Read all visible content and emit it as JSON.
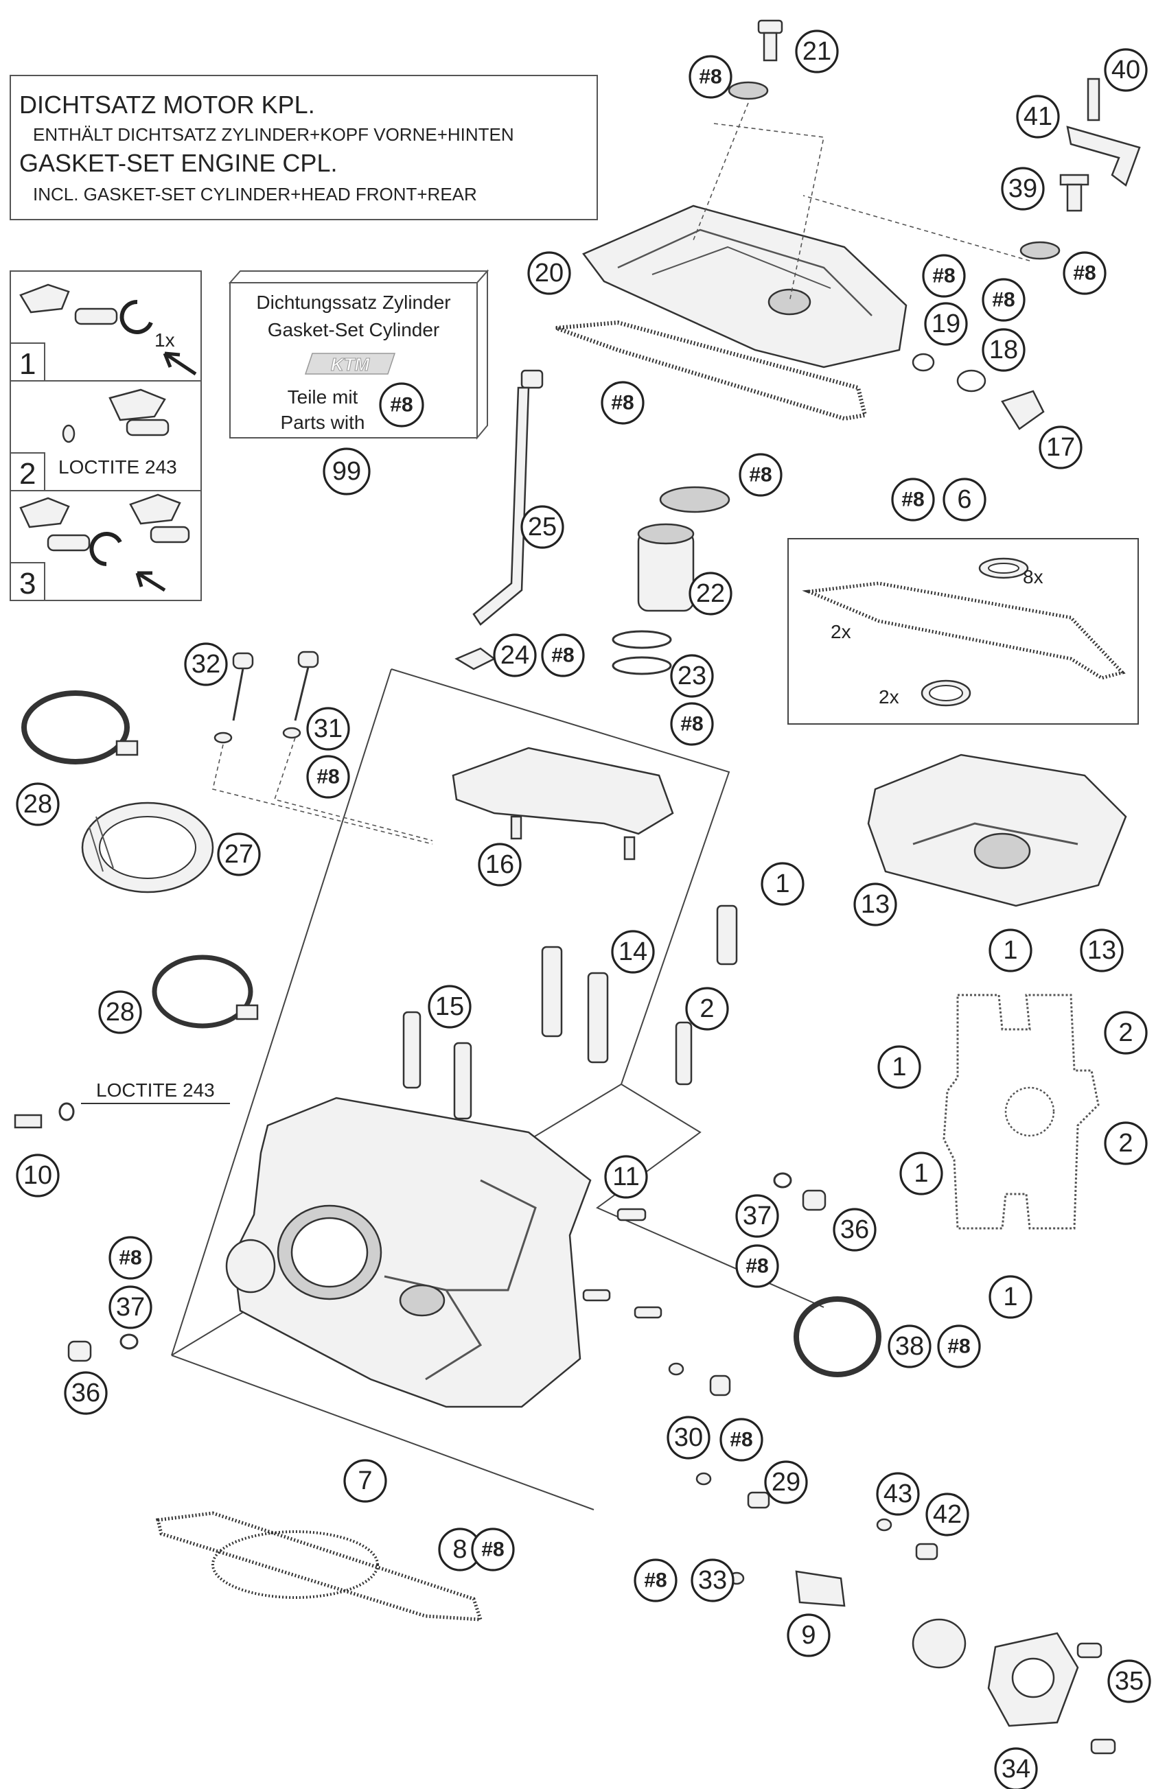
{
  "info_box": {
    "line1": "DICHTSATZ MOTOR KPL.",
    "line2": "ENTHÄLT DICHTSATZ ZYLINDER+KOPF VORNE+HINTEN",
    "line3": "GASKET-SET ENGINE CPL.",
    "line4": "INCL. GASKET-SET CYLINDER+HEAD FRONT+REAR"
  },
  "steps": {
    "step1": "1",
    "step1_note": "1x",
    "step2": "2",
    "step2_note": "LOCTITE 243",
    "step3": "3"
  },
  "kit_box": {
    "line1": "Dichtungssatz Zylinder",
    "line2": "Gasket-Set Cylinder",
    "logo": "KTM",
    "line3": "Teile mit",
    "line4": "Parts with",
    "ref": "#8",
    "number": "99"
  },
  "loctite_label": "LOCTITE 243",
  "set6": {
    "qty_8x": "8x",
    "qty_2x_a": "2x",
    "qty_2x_b": "2x"
  },
  "callouts": [
    "21",
    "#8",
    "40",
    "41",
    "39",
    "#8",
    "20",
    "#8",
    "19",
    "#8",
    "18",
    "#8",
    "17",
    "#8",
    "6",
    "22",
    "25",
    "23",
    "#8",
    "24",
    "#8",
    "32",
    "31",
    "#8",
    "16",
    "28",
    "27",
    "1",
    "13",
    "14",
    "13",
    "1",
    "15",
    "2",
    "2",
    "1",
    "28",
    "1",
    "2",
    "10",
    "11",
    "37",
    "36",
    "#8",
    "#8",
    "37",
    "36",
    "38",
    "#8",
    "30",
    "#8",
    "29",
    "7",
    "43",
    "42",
    "8",
    "#8",
    "#8",
    "33",
    "9",
    "35",
    "34",
    "#8",
    "1"
  ]
}
